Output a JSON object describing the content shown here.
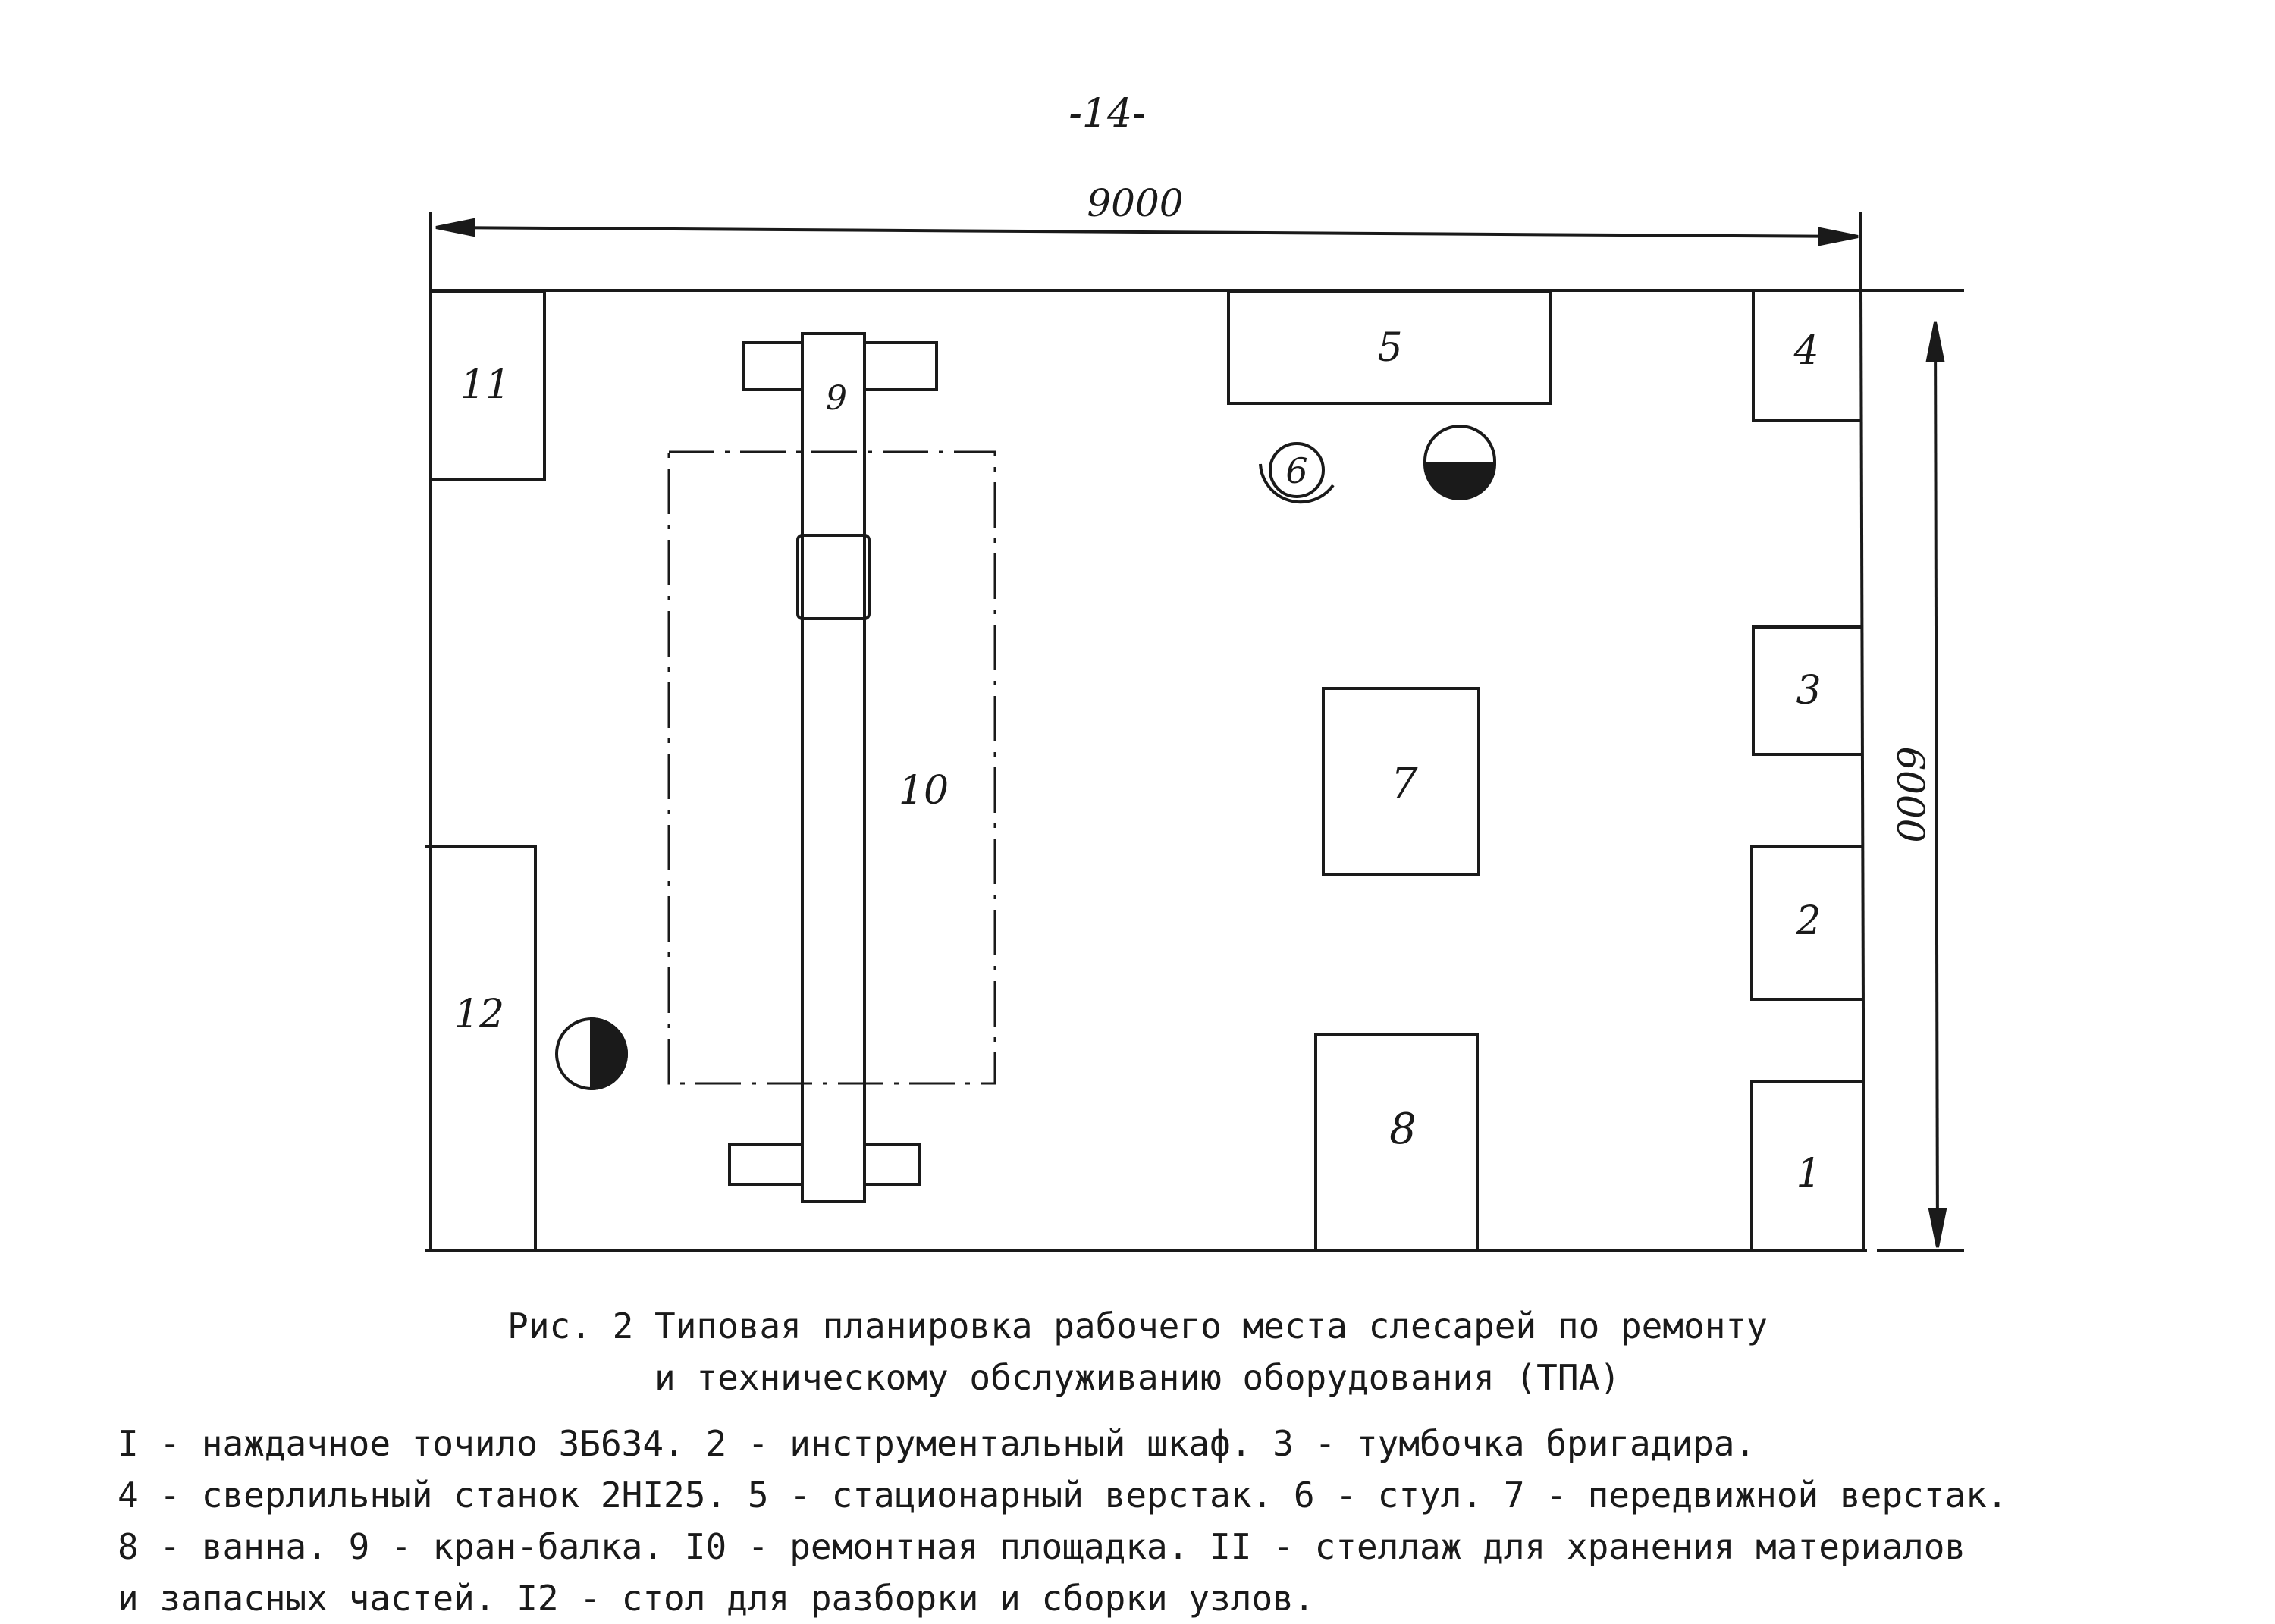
{
  "page_number": "-14-",
  "dimensions": {
    "width_label": "9000",
    "height_label": "6000"
  },
  "items": {
    "item1": "1",
    "item2": "2",
    "item3": "3",
    "item4": "4",
    "item5": "5",
    "item6": "6",
    "item7": "7",
    "item8": "8",
    "item9": "9",
    "item10": "10",
    "item11": "11",
    "item12": "12"
  },
  "caption": {
    "line1": "Рис. 2 Типовая планировка рабочего места слесарей по ремонту",
    "line2": "и техническому обслуживанию оборудования (ТПА)"
  },
  "legend": {
    "line1": "I - наждачное точило 3Б634. 2 - инструментальный шкаф. 3 - тумбочка бригадира.",
    "line2": "4 - сверлильный станок 2НI25. 5 - стационарный верстак. 6 - стул. 7 - передвижной верстак.",
    "line3": "8 - ванна. 9 - кран-балка. I0 - ремонтная площадка. II - стеллаж для хранения материалов",
    "line4": "и запасных частей. I2 - стол для разборки и сборки узлов."
  }
}
